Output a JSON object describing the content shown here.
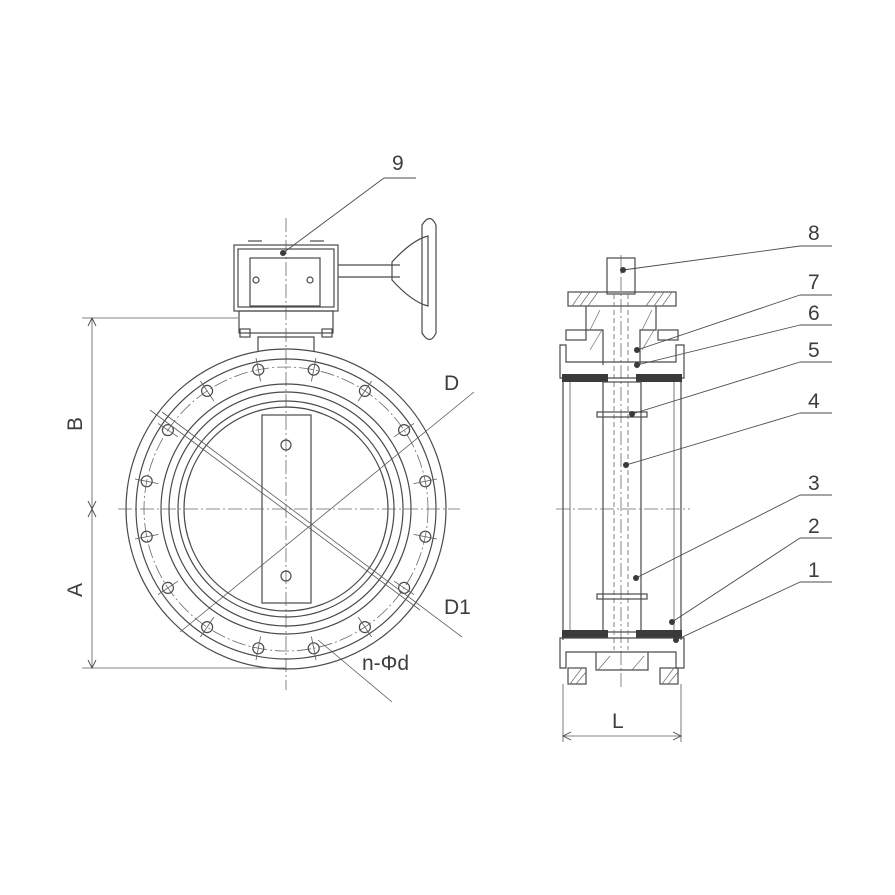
{
  "front_view": {
    "dimensions": {
      "b": "B",
      "a": "A",
      "d": "D",
      "d1": "D1",
      "holes": "n-Φd"
    }
  },
  "side_view": {
    "dimensions": {
      "l": "L"
    },
    "part_labels": [
      "1",
      "2",
      "3",
      "4",
      "5",
      "6",
      "7",
      "8"
    ]
  },
  "gearbox_label": "9"
}
